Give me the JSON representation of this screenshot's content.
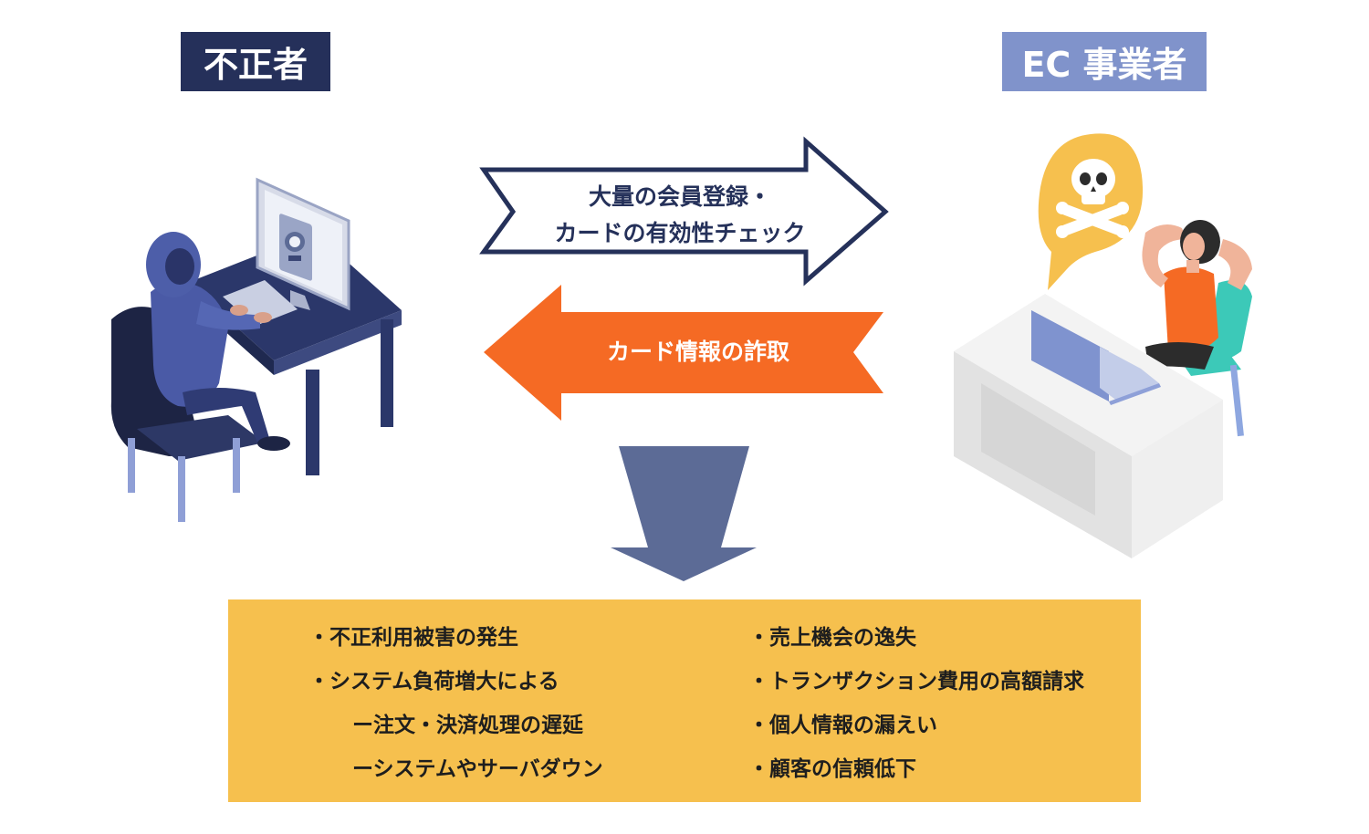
{
  "labels": {
    "left": "不正者",
    "right": "EC 事業者",
    "left_color": "#25305a",
    "right_color": "#8093cb"
  },
  "arrows": {
    "right_lines": [
      "大量の会員登録・",
      "カードの有効性チェック"
    ],
    "left_text": "カード情報の詐取",
    "right_stroke": "#25315a",
    "left_fill": "#f56a24",
    "down_fill": "#5c6b96"
  },
  "results": {
    "left": [
      "・不正利用被害の発生",
      "・システム負荷増大による",
      "ー注文・決済処理の遅延",
      "ーシステムやサーバダウン"
    ],
    "right": [
      "・売上機会の逸失",
      "・トランザクション費用の高額請求",
      "・個人情報の漏えい",
      "・顧客の信頼低下"
    ],
    "box_color": "#f6c04e"
  },
  "icons": [
    "hacker-at-desk-illustration",
    "skull-speech-bubble-icon",
    "worried-person-at-desk-illustration"
  ]
}
